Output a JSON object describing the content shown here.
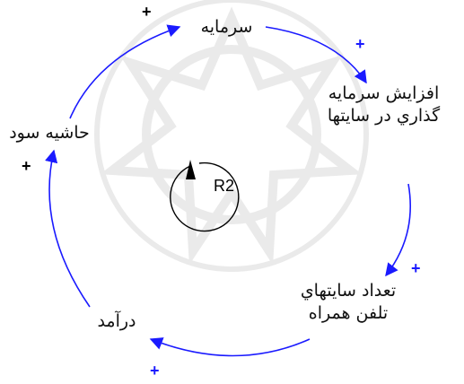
{
  "nodes": {
    "capital": "سرمايه",
    "investment": "افزايش سرمايه\nگذاري در سايتها",
    "sites": "تعداد سايتهاي\nتلفن همراه",
    "revenue": "درآمد",
    "margin": "حاشيه سود"
  },
  "polarities": {
    "margin_to_capital": "+",
    "capital_to_investment": "+",
    "investment_to_sites": "+",
    "sites_to_revenue": "+",
    "revenue_to_margin": "+"
  },
  "loop": {
    "label": "R2",
    "type": "reinforcing"
  },
  "colors": {
    "arrow": "#1a1aff",
    "loop": "#000000",
    "watermark": "#d7d7d7"
  }
}
